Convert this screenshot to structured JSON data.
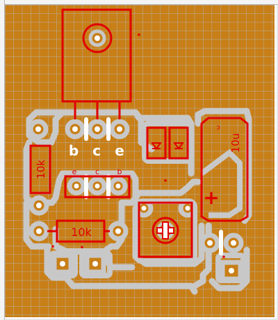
{
  "board": {
    "copper_color": "#c87f17",
    "grid_color": "#b6b0a8",
    "trace_color": "#c8c8c8",
    "silk_color": "#ffffff",
    "component_outline_color": "#e00000"
  },
  "labels": {
    "pin_b": "b",
    "pin_c": "c",
    "pin_e": "e",
    "small_e": "e",
    "small_c": "c",
    "small_b": "b",
    "resistor_vertical": "10k",
    "resistor_horizontal": "10k",
    "capacitor_value": "10u",
    "capacitor_plus": "+",
    "capacitor_c": "c"
  }
}
